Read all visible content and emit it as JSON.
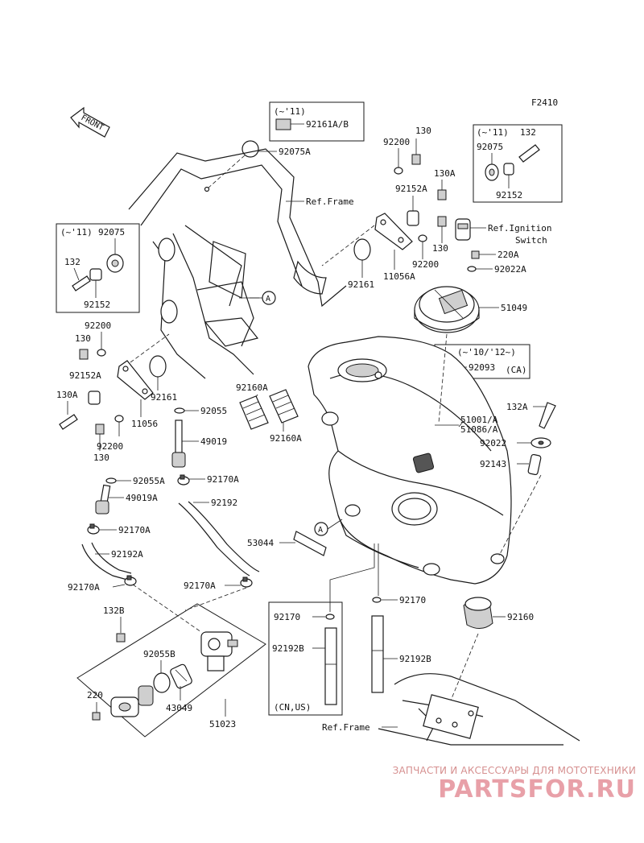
{
  "figure_code": "F2410",
  "front_label": "FRONT",
  "labels": {
    "p92161AB": "92161A/B",
    "p92075A": "92075A",
    "ref_frame_top": "Ref.Frame",
    "p92200_top": "92200",
    "p130_top": "130",
    "p130A_top": "130A",
    "p92152A_top": "92152A",
    "p130_mid": "130",
    "p92200_mid": "92200",
    "p92161_right": "92161",
    "p11056A": "11056A",
    "ref_ignition": "Ref.Ignition",
    "switch": "Switch",
    "p220A": "220A",
    "p92022A": "92022A",
    "p51049": "51049",
    "p92093": "92093",
    "ca": "(CA)",
    "p132_rb": "132",
    "p92075_rb": "92075",
    "p92152_rb": "92152",
    "p92075_lb": "92075",
    "p132_lb": "132",
    "p92152_lb": "92152",
    "p92200_left": "92200",
    "p130_left": "130",
    "p92152A_left": "92152A",
    "p130A_left": "130A",
    "p92161_left": "92161",
    "p11056": "11056",
    "p92200_left2": "92200",
    "p130_left2": "130",
    "p92160A_1": "92160A",
    "p92160A_2": "92160A",
    "p92055": "92055",
    "p49019": "49019",
    "p92055A": "92055A",
    "p92170A_1": "92170A",
    "p49019A": "49019A",
    "p92192": "92192",
    "p92170A_2": "92170A",
    "p92192A": "92192A",
    "p92170A_3": "92170A",
    "p92170A_4": "92170A",
    "p53044": "53044",
    "p51001": "51001/A",
    "p51086": "51086/A",
    "p132A": "132A",
    "p92022": "92022",
    "p92143": "92143",
    "p132B": "132B",
    "p92055B": "92055B",
    "p43049": "43049",
    "p220": "220",
    "p51023": "51023",
    "p92170_l": "92170",
    "p92192B_l": "92192B",
    "cn_us": "(CN,US)",
    "p92170_r": "92170",
    "p92192B_r": "92192B",
    "p92160": "92160",
    "ref_frame_bottom": "Ref.Frame",
    "callout_a": "A"
  },
  "notes": {
    "until11_a": "(~'11)",
    "until11_b": "(~'11)",
    "until11_c": "(~'11)",
    "range_10_12": "(~'10/'12~)"
  },
  "watermark": {
    "tagline": "ЗАПЧАСТИ И АКСЕССУАРЫ ДЛЯ МОТОТЕХНИКИ",
    "logo": "PARTSFOR.RU"
  }
}
